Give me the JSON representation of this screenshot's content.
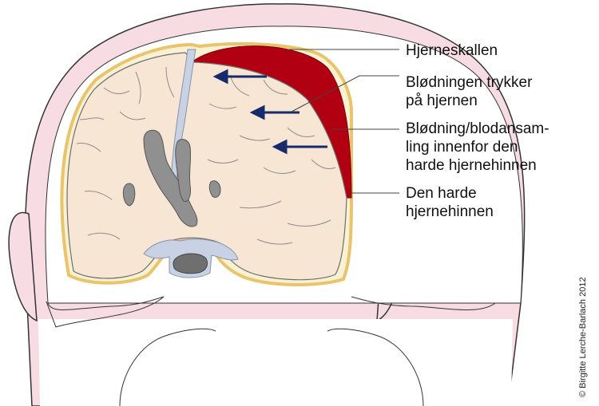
{
  "labels": {
    "skull": "Hjerneskallen",
    "pressure": [
      "Blødningen trykker",
      "på hjernen"
    ],
    "bleeding": [
      "Blødning/blodansam-",
      "ling innenfor den",
      "harde hjernehinnen"
    ],
    "dura": [
      "Den harde",
      "hjernehinnen"
    ]
  },
  "copyright": "© Birgitte Lerche-Barlach 2012",
  "colors": {
    "skin": "#f7dde3",
    "skin_outline": "#333333",
    "skull_inner": "#ffffff",
    "dura": "#e9c46a",
    "brain": "#f6e6d3",
    "csf": "#c9d2e4",
    "ventricle": "#909090",
    "hematoma": "#b00012",
    "arrow": "#172b6b",
    "leader": "#444444"
  }
}
